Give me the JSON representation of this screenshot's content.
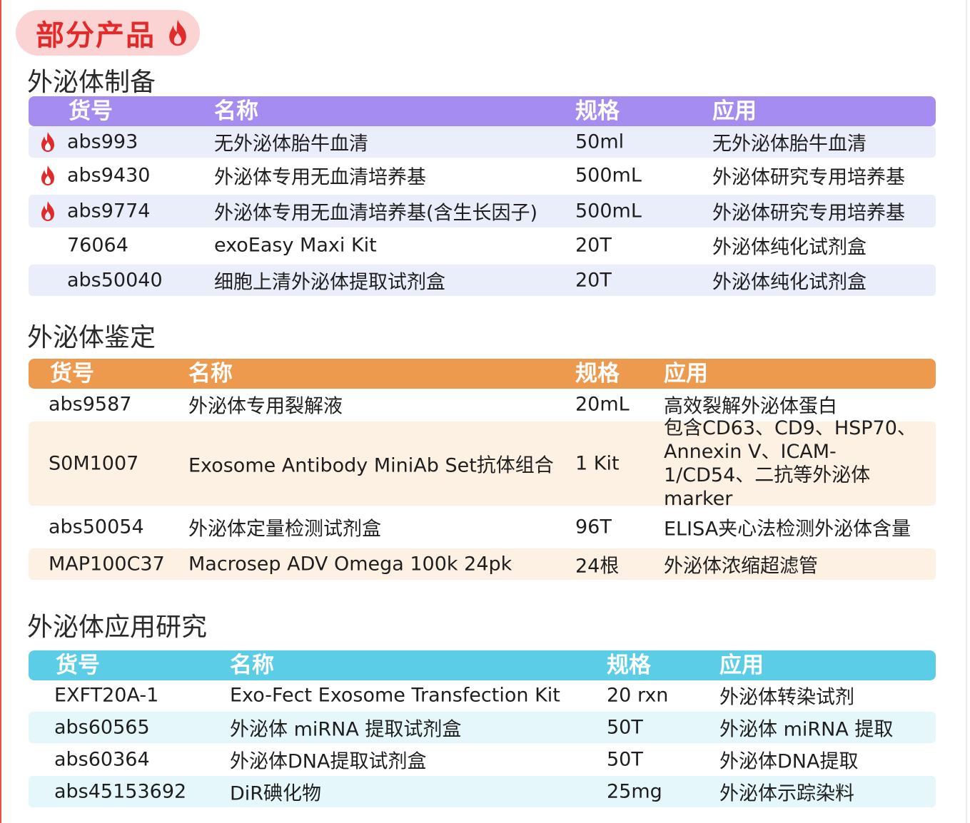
{
  "badge": {
    "label": "部分产品",
    "icon": "flame-icon"
  },
  "colors": {
    "accent_red": "#e12b2b",
    "table1_header": "#a48cf0",
    "table2_header": "#ee9a4e",
    "table3_header": "#5bcde6"
  },
  "sections": [
    {
      "title": "外泌体制备",
      "headers": [
        "货号",
        "名称",
        "规格",
        "应用"
      ],
      "rows": [
        {
          "hot": true,
          "sku": "abs993",
          "name": "无外泌体胎牛血清",
          "spec": "50ml",
          "use": "无外泌体胎牛血清"
        },
        {
          "hot": true,
          "sku": "abs9430",
          "name": "外泌体专用无血清培养基",
          "spec": "500mL",
          "use": "外泌体研究专用培养基"
        },
        {
          "hot": true,
          "sku": "abs9774",
          "name": "外泌体专用无血清培养基(含生长因子)",
          "spec": "500mL",
          "use": "外泌体研究专用培养基"
        },
        {
          "hot": false,
          "sku": "76064",
          "name": "exoEasy Maxi Kit",
          "spec": "20T",
          "use": "外泌体纯化试剂盒"
        },
        {
          "hot": false,
          "sku": "abs50040",
          "name": "细胞上清外泌体提取试剂盒",
          "spec": "20T",
          "use": "外泌体纯化试剂盒"
        }
      ]
    },
    {
      "title": "外泌体鉴定",
      "headers": [
        "货号",
        "名称",
        "规格",
        "应用"
      ],
      "rows": [
        {
          "sku": "abs9587",
          "name": "外泌体专用裂解液",
          "spec": "20mL",
          "use": "高效裂解外泌体蛋白"
        },
        {
          "sku": "S0M1007",
          "name": "Exosome Antibody MiniAb Set抗体组合",
          "spec": "1 Kit",
          "use": "包含CD63、CD9、HSP70、Annexin V、ICAM-1/CD54、二抗等外泌体marker"
        },
        {
          "sku": "abs50054",
          "name": "外泌体定量检测试剂盒",
          "spec": "96T",
          "use": "ELISA夹心法检测外泌体含量"
        },
        {
          "sku": "MAP100C37",
          "name": "Macrosep ADV Omega 100k 24pk",
          "spec": "24根",
          "use": "外泌体浓缩超滤管"
        }
      ]
    },
    {
      "title": "外泌体应用研究",
      "headers": [
        "货号",
        "名称",
        "规格",
        "应用"
      ],
      "rows": [
        {
          "sku": "EXFT20A-1",
          "name": "Exo-Fect Exosome Transfection Kit",
          "spec": "20 rxn",
          "use": "外泌体转染试剂"
        },
        {
          "sku": "abs60565",
          "name": "外泌体 miRNA 提取试剂盒",
          "spec": "50T",
          "use": "外泌体 miRNA 提取"
        },
        {
          "sku": "abs60364",
          "name": "外泌体DNA提取试剂盒",
          "spec": "50T",
          "use": "外泌体DNA提取"
        },
        {
          "sku": "abs45153692",
          "name": "DiR碘化物",
          "spec": "25mg",
          "use": "外泌体示踪染料"
        }
      ]
    }
  ]
}
